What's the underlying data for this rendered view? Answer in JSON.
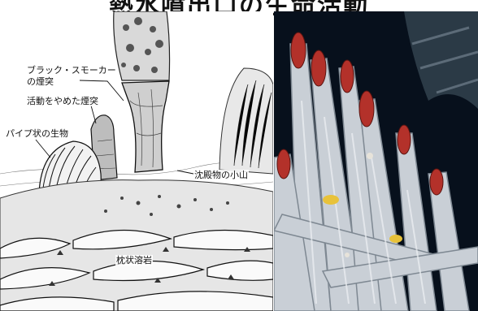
{
  "title": "熱水噴出口の生命活動",
  "illustration": {
    "labels": {
      "black_smoker": [
        "ブラック・スモーカー",
        "の煙突"
      ],
      "inactive_chimney": "活動をやめた煙突",
      "tube_worms": "パイプ状の生物",
      "sediment_mound": "沈殿物の小山",
      "pillow_lava": "枕状溶岩"
    }
  },
  "photo": {
    "colors": {
      "background": "#07101c",
      "tube": "#c9cfd6",
      "plume": "#b3312a",
      "accent": "#e8c23a"
    }
  }
}
